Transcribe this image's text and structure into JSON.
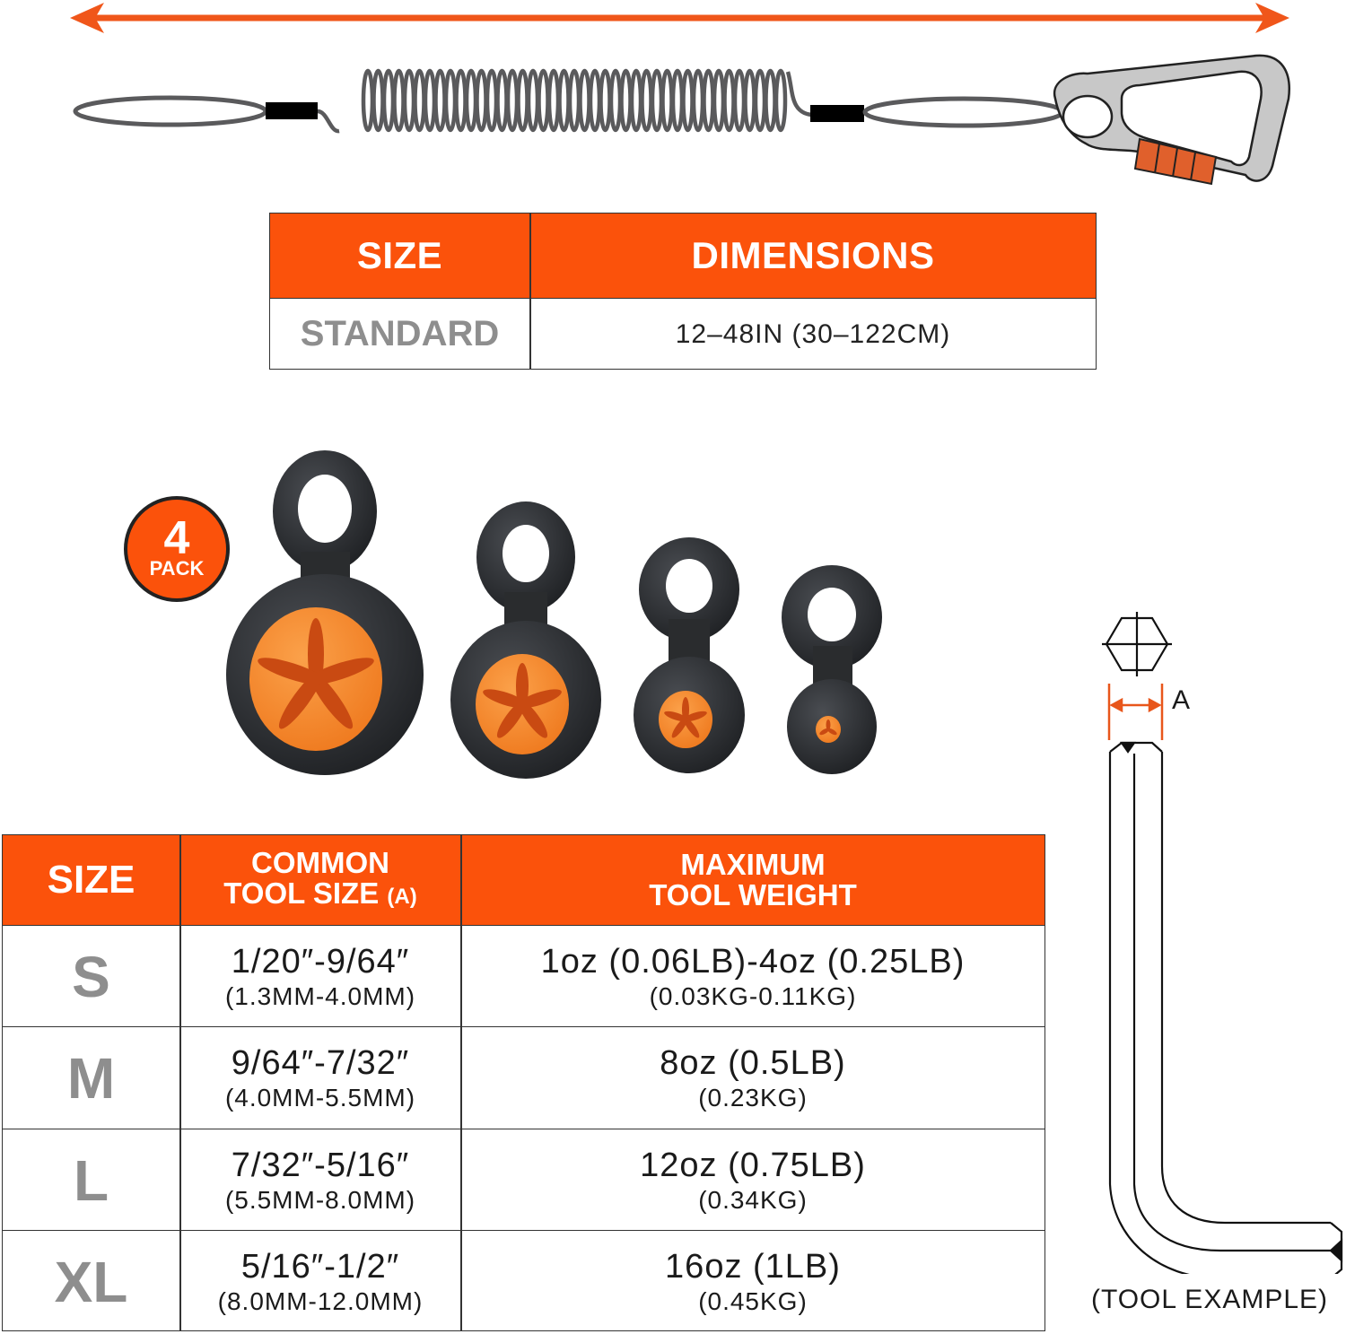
{
  "colors": {
    "brand_orange": "#fb520b",
    "header_text": "#ffffff",
    "size_label_gray": "#8e8e8e",
    "border": "#333333",
    "tether_black": "#2a2c2e",
    "insert_orange": "#f58a2a",
    "coil_gray": "#5a5a5c",
    "carabiner_gray": "#c8c8c8"
  },
  "lanyard_diagram": {
    "extension_arrow": "double-headed-arrow",
    "parts": [
      "loop-end",
      "coil-cord",
      "loop-end",
      "locking-carabiner"
    ]
  },
  "dimension_table": {
    "headers": [
      "SIZE",
      "DIMENSIONS"
    ],
    "rows": [
      {
        "size": "STANDARD",
        "dimensions": "12–48IN (30–122CM)"
      }
    ]
  },
  "badge": {
    "number": "4",
    "label": "PACK"
  },
  "tethers": {
    "count": 4,
    "sizes_illustrated": [
      "XL",
      "L",
      "M",
      "S"
    ]
  },
  "size_table": {
    "headers": {
      "size": "SIZE",
      "tool_size_line1": "COMMON",
      "tool_size_line2": "TOOL SIZE",
      "tool_size_suffix": "(A)",
      "weight_line1": "MAXIMUM",
      "weight_line2": "TOOL WEIGHT"
    },
    "rows": [
      {
        "size": "S",
        "tool_in": "1/20″-9/64″",
        "tool_mm": "(1.3MM-4.0MM)",
        "weight": "1oz (0.06LB)-4oz (0.25LB)",
        "weight_kg": "(0.03KG-0.11KG)"
      },
      {
        "size": "M",
        "tool_in": "9/64″-7/32″",
        "tool_mm": "(4.0MM-5.5MM)",
        "weight": "8oz (0.5LB)",
        "weight_kg": "(0.23KG)"
      },
      {
        "size": "L",
        "tool_in": "7/32″-5/16″",
        "tool_mm": "(5.5MM-8.0MM)",
        "weight": "12oz (0.75LB)",
        "weight_kg": "(0.34KG)"
      },
      {
        "size": "XL",
        "tool_in": "5/16″-1/2″",
        "tool_mm": "(8.0MM-12.0MM)",
        "weight": "16oz (1LB)",
        "weight_kg": "(0.45KG)"
      }
    ]
  },
  "tool_example": {
    "dimension_label": "A",
    "caption": "(TOOL EXAMPLE)"
  }
}
